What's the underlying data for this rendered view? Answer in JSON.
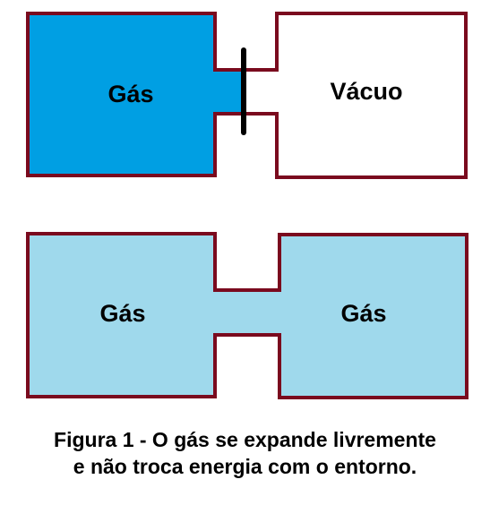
{
  "colors": {
    "outline": "#7a0a1e",
    "gas_compressed": "#009fe3",
    "gas_expanded": "#9fd9ec",
    "vacuum": "#ffffff",
    "valve": "#000000"
  },
  "top_container": {
    "left_label": "Gás",
    "right_label": "Vácuo"
  },
  "bottom_container": {
    "left_label": "Gás",
    "right_label": "Gás"
  },
  "caption": {
    "line1": "Figura 1 - O gás se expande livremente",
    "line2": "e não troca energia com o entorno."
  }
}
